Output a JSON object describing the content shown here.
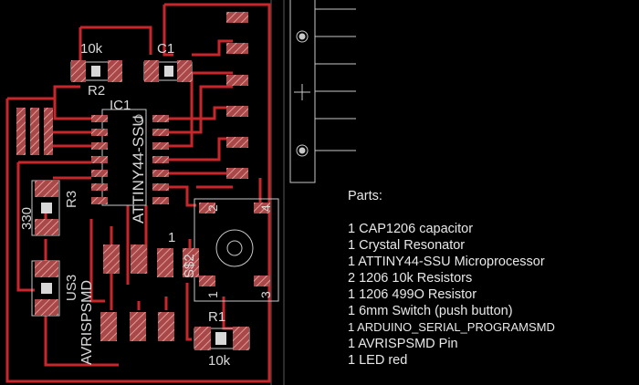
{
  "pcb": {
    "labels": {
      "r2_value": "10k",
      "r2_name": "R2",
      "c1_name": "C1",
      "ic1_name": "IC1",
      "ic1_value": "ATTINY44-SSU",
      "r3_value": "330",
      "r3_name": "R3",
      "us3_name": "US3",
      "avr_value": "AVRISPSMD",
      "s2_pin1": "1",
      "s2_name": "S$2",
      "s1_pin2": "2",
      "s1_pin4": "4",
      "s1_pin1": "1",
      "s1_pin3": "3",
      "r1_name": "R1",
      "r1_value": "10k"
    },
    "colors": {
      "trace": "#c8262b",
      "pad": "#a84848",
      "pad_hatch": "#e09a9a",
      "silk": "#c8c8c8",
      "grid_line": "#3a3a3a",
      "text": "#e8e8e8"
    }
  },
  "parts": {
    "title": "Parts:",
    "items": [
      "1 CAP1206 capacitor",
      "1 Crystal Resonator",
      "1 ATTINY44-SSU Microprocessor",
      "2 1206 10k Resistors",
      "1 1206 499O Resistor",
      "1 6mm Switch (push button)",
      "1 ARDUINO_SERIAL_PROGRAMSMD",
      "1 AVRISPSMD Pin",
      "1 LED red"
    ]
  }
}
